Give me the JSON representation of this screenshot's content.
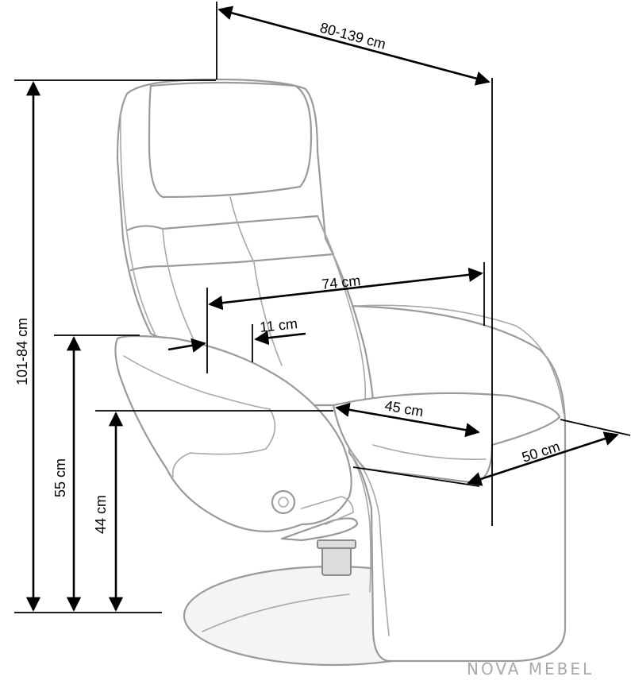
{
  "dimensions": {
    "width_recline": "80-139 cm",
    "height_total": "101-84 cm",
    "depth_inner": "74 cm",
    "armrest_width": "11 cm",
    "armrest_height": "55 cm",
    "seat_height": "44 cm",
    "seat_depth": "45 cm",
    "seat_width": "50 cm"
  },
  "brand": {
    "name": "NOVA MEBEL"
  },
  "colors": {
    "chair_outline": "#9a9a9a",
    "dimension_lines": "#000000",
    "brand_text": "#a9a9a9"
  }
}
